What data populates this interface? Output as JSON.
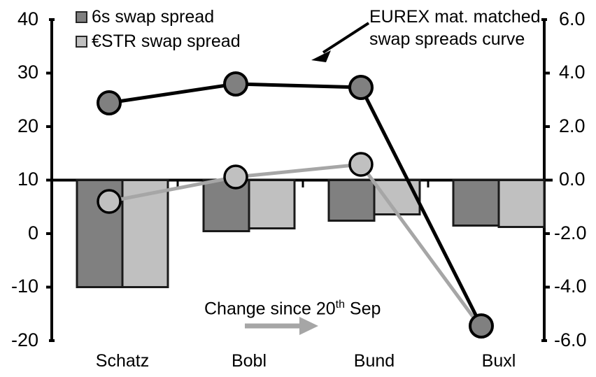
{
  "chart_data": {
    "type": "bar",
    "title": "",
    "categories": [
      "Schatz",
      "Bobl",
      "Bund",
      "Buxl"
    ],
    "xlabel": "",
    "left_axis": {
      "label": "",
      "ylim": [
        -20,
        40
      ],
      "ticks": [
        "40",
        "30",
        "20",
        "10",
        "0",
        "-10",
        "-20"
      ],
      "tick_values": [
        40,
        30,
        20,
        10,
        0,
        -10,
        -20
      ]
    },
    "right_axis": {
      "label": "",
      "ylim": [
        -6.0,
        6.0
      ],
      "ticks": [
        "6.0",
        "4.0",
        "2.0",
        "0.0",
        "-2.0",
        "-4.0",
        "-6.0"
      ],
      "tick_values": [
        6.0,
        4.0,
        2.0,
        0.0,
        -2.0,
        -4.0,
        -6.0
      ]
    },
    "zero_line_right_value": 0.0,
    "series": [
      {
        "name": "6s swap spread",
        "type": "bar",
        "axis": "right",
        "color": "#808080",
        "border": "#1a1a1a",
        "values": [
          -4.1,
          -1.95,
          -1.55,
          -1.75
        ]
      },
      {
        "name": "€STR swap spread",
        "type": "bar",
        "axis": "right",
        "color": "#c0c0c0",
        "border": "#1a1a1a",
        "values": [
          -4.1,
          -1.85,
          -1.3,
          -1.8
        ]
      },
      {
        "name": "EUREX mat. matched swap spreads curve",
        "type": "line",
        "axis": "left",
        "color": "#000000",
        "marker_fill": "#808080",
        "values": [
          24.5,
          28.0,
          27.3,
          -18.0
        ]
      },
      {
        "name": "Change since 20th Sep curve",
        "type": "line",
        "axis": "left",
        "color": "#a6a6a6",
        "marker_fill": "#c0c0c0",
        "values": [
          6.0,
          10.5,
          12.8,
          -18.6
        ]
      }
    ],
    "legend": {
      "position": "top-left",
      "entries": [
        {
          "label": "6s swap spread",
          "color": "#808080"
        },
        {
          "label": "€STR swap spread",
          "color": "#c0c0c0"
        }
      ]
    },
    "annotations": [
      {
        "name": "eurex-curve-annotation",
        "line1": "EUREX mat. matched",
        "line2": "swap spreads curve",
        "has_arrow": true,
        "arrow_color": "#000000"
      },
      {
        "name": "change-since-annotation",
        "text_prefix": "Change since 20",
        "text_sup": "th",
        "text_suffix": " Sep",
        "has_arrow": true,
        "arrow_color": "#a6a6a6"
      }
    ],
    "grid": false
  }
}
